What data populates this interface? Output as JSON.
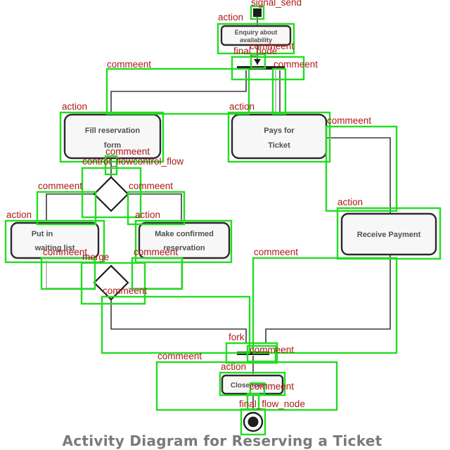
{
  "diagram": {
    "caption": "Activity Diagram for Reserving a Ticket",
    "nodes": {
      "enquiry": [
        "Enquiry about",
        "availability"
      ],
      "fill_form": [
        "Fill reservation",
        "form"
      ],
      "pays": [
        "Pays for",
        "Ticket"
      ],
      "put_waiting": [
        "Put in",
        "waiting list"
      ],
      "make_confirmed": [
        "Make confirmed",
        "reservation"
      ],
      "receive_payment": [
        "Receive Payment"
      ],
      "close_form": [
        "Close form"
      ]
    },
    "annotations": {
      "signal_send": "signal_send",
      "action": "action",
      "commeent": "commeent",
      "final_node": "final_node",
      "control_flow": "control_flowcontrol_flow",
      "merge": "merge",
      "fork": "fork",
      "final_flow_node": "final_flow_node"
    }
  }
}
